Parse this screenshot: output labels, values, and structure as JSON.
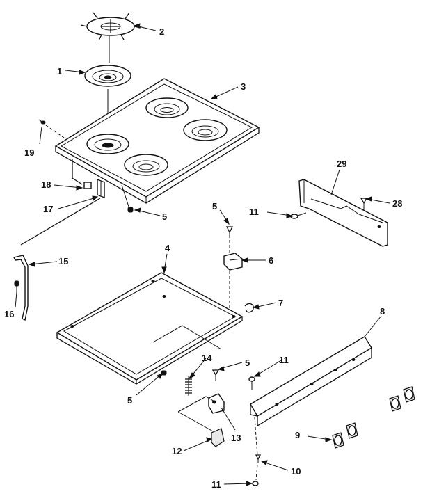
{
  "callouts": [
    {
      "id": "c1",
      "label": "1"
    },
    {
      "id": "c2",
      "label": "2"
    },
    {
      "id": "c3",
      "label": "3"
    },
    {
      "id": "c4",
      "label": "4"
    },
    {
      "id": "c5a",
      "label": "5"
    },
    {
      "id": "c5b",
      "label": "5"
    },
    {
      "id": "c5c",
      "label": "5"
    },
    {
      "id": "c5d",
      "label": "5"
    },
    {
      "id": "c6",
      "label": "6"
    },
    {
      "id": "c7",
      "label": "7"
    },
    {
      "id": "c8",
      "label": "8"
    },
    {
      "id": "c9",
      "label": "9"
    },
    {
      "id": "c10",
      "label": "10"
    },
    {
      "id": "c11a",
      "label": "11"
    },
    {
      "id": "c11b",
      "label": "11"
    },
    {
      "id": "c11c",
      "label": "11"
    },
    {
      "id": "c12",
      "label": "12"
    },
    {
      "id": "c13",
      "label": "13"
    },
    {
      "id": "c14",
      "label": "14"
    },
    {
      "id": "c15",
      "label": "15"
    },
    {
      "id": "c16",
      "label": "16"
    },
    {
      "id": "c17",
      "label": "17"
    },
    {
      "id": "c18",
      "label": "18"
    },
    {
      "id": "c19",
      "label": "19"
    },
    {
      "id": "c28",
      "label": "28"
    },
    {
      "id": "c29",
      "label": "29"
    }
  ]
}
